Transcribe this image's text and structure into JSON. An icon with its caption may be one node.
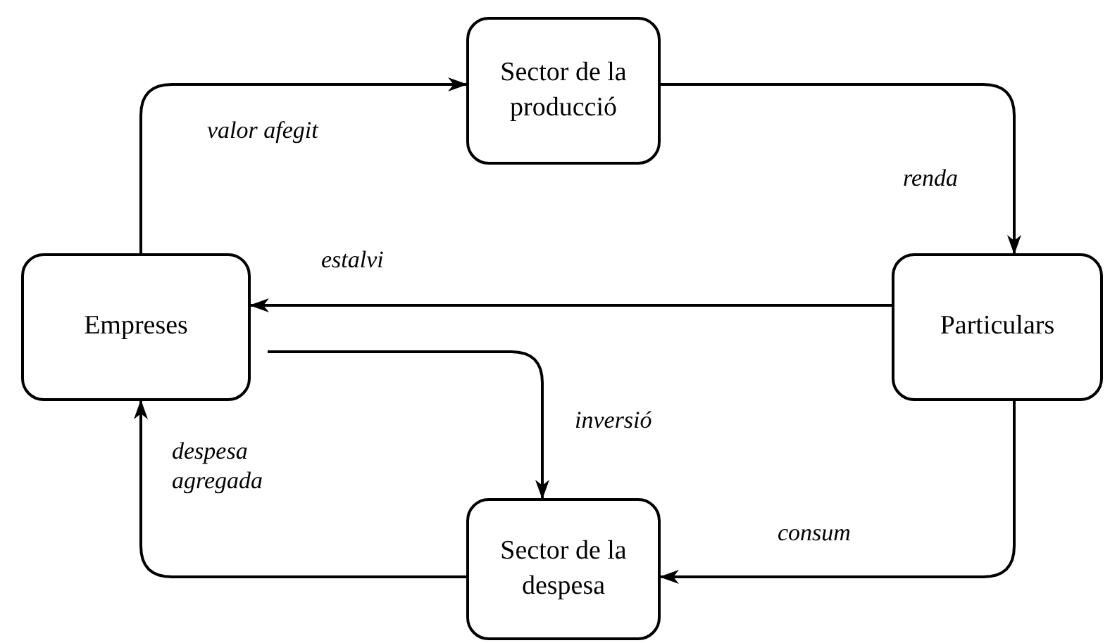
{
  "diagram": {
    "nodes": [
      {
        "text": [
          "Sector de la producció"
        ]
      },
      {
        "text": [
          "Empreses"
        ]
      },
      {
        "text": [
          "Particulars"
        ]
      },
      {
        "text": [
          "Sector de la despesa"
        ]
      }
    ],
    "edges": [
      {
        "from": 1,
        "to": 0,
        "arrow": "to",
        "label": "valor afegit"
      },
      {
        "from": 0,
        "to": 2,
        "arrow": "to",
        "label": "renda"
      },
      {
        "from": 2,
        "to": 1,
        "arrow": "to",
        "label": "estalvi"
      },
      {
        "from": 1,
        "to": 3,
        "arrow": "to",
        "label": "inversió"
      },
      {
        "from": 2,
        "to": 3,
        "arrow": "to",
        "label": "consum"
      },
      {
        "from": 3,
        "to": 1,
        "arrow": "to",
        "label": "despesa agregada"
      }
    ]
  }
}
